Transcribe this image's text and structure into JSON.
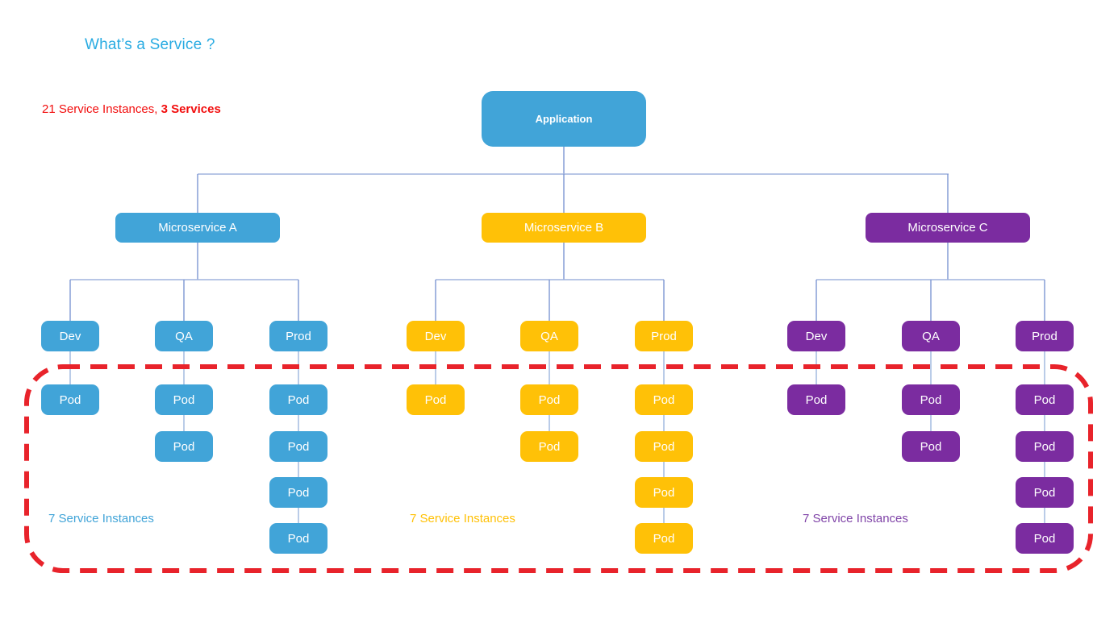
{
  "title": "What’s a Service ?",
  "summary": {
    "prefix": "21 Service Instances, ",
    "bold": "3 Services"
  },
  "colors": {
    "title": "#29abe2",
    "summary_text": "#f20d0d",
    "highlight_dash": "#e8232b",
    "service_a": "#41a4d8",
    "service_b": "#ffc107",
    "service_c": "#7b2ca0",
    "connector": "#7d96d3",
    "pod_connector": "#9db6de"
  },
  "diagram": {
    "root": {
      "label": "Application"
    },
    "services": [
      {
        "label": "Microservice A",
        "instances_label": "7 Service Instances",
        "environments": [
          {
            "label": "Dev",
            "pods": [
              "Pod"
            ]
          },
          {
            "label": "QA",
            "pods": [
              "Pod",
              "Pod"
            ]
          },
          {
            "label": "Prod",
            "pods": [
              "Pod",
              "Pod",
              "Pod",
              "Pod"
            ]
          }
        ]
      },
      {
        "label": "Microservice B",
        "instances_label": "7 Service Instances",
        "environments": [
          {
            "label": "Dev",
            "pods": [
              "Pod"
            ]
          },
          {
            "label": "QA",
            "pods": [
              "Pod",
              "Pod"
            ]
          },
          {
            "label": "Prod",
            "pods": [
              "Pod",
              "Pod",
              "Pod",
              "Pod"
            ]
          }
        ]
      },
      {
        "label": "Microservice C",
        "instances_label": "7 Service Instances",
        "environments": [
          {
            "label": "Dev",
            "pods": [
              "Pod"
            ]
          },
          {
            "label": "QA",
            "pods": [
              "Pod",
              "Pod"
            ]
          },
          {
            "label": "Prod",
            "pods": [
              "Pod",
              "Pod",
              "Pod",
              "Pod"
            ]
          }
        ]
      }
    ]
  }
}
